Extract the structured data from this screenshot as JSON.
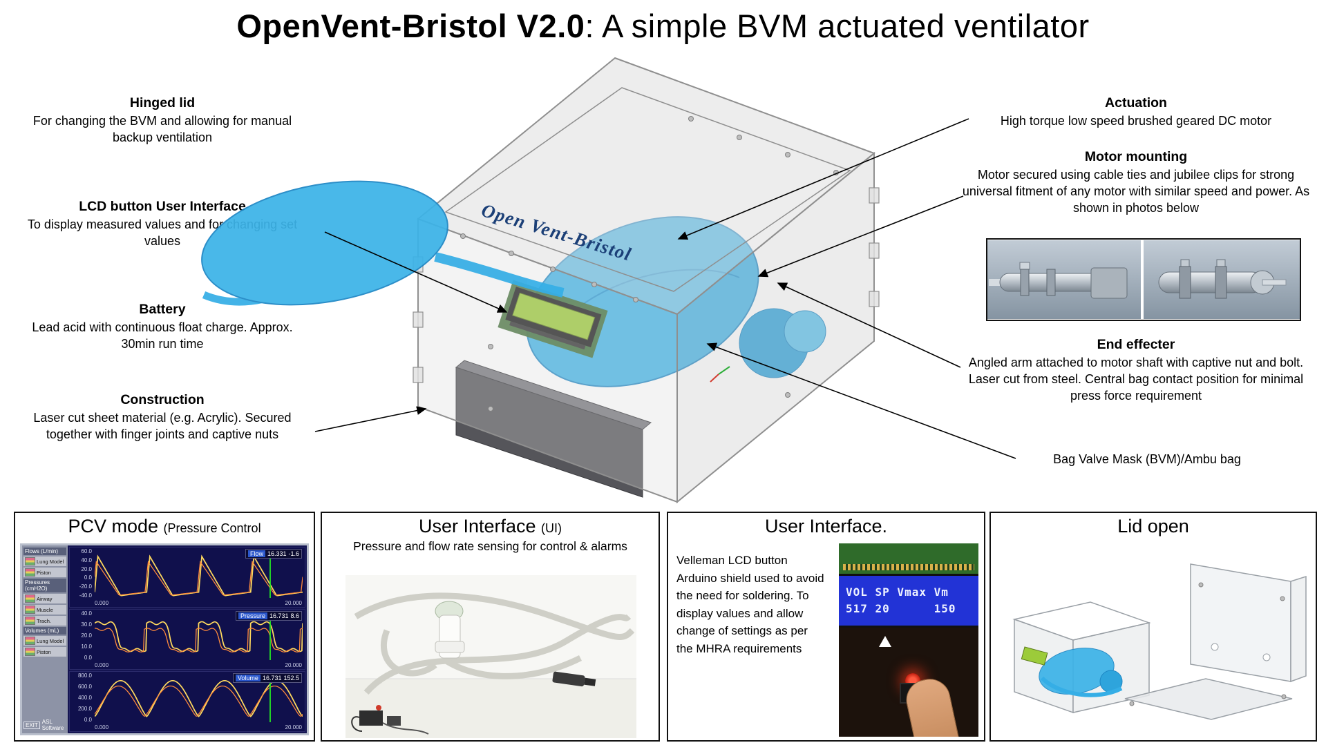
{
  "title": {
    "bold": "OpenVent-Bristol V2.0",
    "rest": ": A simple BVM actuated ventilator"
  },
  "device_label": "Open Vent-Bristol",
  "left_annotations": [
    {
      "heading": "Hinged lid",
      "body": "For changing the BVM and allowing for manual backup ventilation"
    },
    {
      "heading": "LCD button User Interface",
      "body": "To display measured values and for changing set values"
    },
    {
      "heading": "Battery",
      "body": "Lead acid with continuous float charge. Approx. 30min run time"
    },
    {
      "heading": "Construction",
      "body": "Laser cut sheet material (e.g. Acrylic). Secured together with finger joints and captive nuts"
    }
  ],
  "right_annotations": [
    {
      "heading": "Actuation",
      "body": "High torque low speed brushed geared DC motor"
    },
    {
      "heading": "Motor mounting",
      "body": "Motor secured using cable ties and jubilee clips for strong universal fitment of any motor with similar speed and power. As shown in photos below"
    },
    {
      "heading": "End effecter",
      "body": "Angled arm attached to motor shaft with captive nut and bolt. Laser cut from steel. Central bag contact position for minimal press force requirement"
    }
  ],
  "bvm_label": "Bag Valve Mask (BVM)/Ambu bag",
  "colors": {
    "bag_blue": "#3cb3e8",
    "bag_outline": "#1d86c4",
    "screen_navy": "#10104c",
    "wave_yellow": "#ffd95e",
    "wave_orange": "#ff8a3c",
    "cursor_green": "#23e523",
    "lcd_screen_green": "#9ccb3a",
    "lcd_photo_blue": "#2233d6",
    "led_red": "#ff3b30"
  },
  "panels": {
    "pcv": {
      "title": "PCV mode",
      "title_suffix": "(Pressure Control",
      "screen": {
        "sidebar": {
          "groups": [
            {
              "label": "Flows (L/min)",
              "items": [
                "Lung Model",
                "Piston"
              ]
            },
            {
              "label": "Pressures (cmH2O)",
              "items": [
                "Airway",
                "Muscle",
                "Trach."
              ]
            },
            {
              "label": "Volumes (mL)",
              "items": [
                "Lung Model",
                "Piston"
              ]
            }
          ],
          "exit_label": "EXIT",
          "software_label": "ASL Software"
        },
        "charts": [
          {
            "type": "line",
            "shape": "spike",
            "badge_label": "Flow",
            "badge_val1": "16.331",
            "badge_val2": "-1.6",
            "yticks": [
              "60.0",
              "40.0",
              "20.0",
              "0.0",
              "-20.0",
              "-40.0"
            ],
            "xticks": [
              "0.000",
              "20.000"
            ],
            "cycles": 4,
            "traces": [
              {
                "color": "#ffd95e",
                "phase": 0,
                "amp": 1
              },
              {
                "color": "#ff8a3c",
                "phase": 0.03,
                "amp": 0.85
              }
            ]
          },
          {
            "type": "line",
            "shape": "square",
            "badge_label": "Pressure",
            "badge_val1": "16.731",
            "badge_val2": "8.6",
            "yticks": [
              "40.0",
              "30.0",
              "20.0",
              "10.0",
              "0.0"
            ],
            "xticks": [
              "0.000",
              "20.000"
            ],
            "cycles": 4,
            "traces": [
              {
                "color": "#ffd95e",
                "phase": 0,
                "amp": 1
              },
              {
                "color": "#ff8a3c",
                "phase": 0.05,
                "amp": 0.8
              }
            ]
          },
          {
            "type": "line",
            "shape": "hump",
            "badge_label": "Volume",
            "badge_val1": "16.731",
            "badge_val2": "152.5",
            "yticks": [
              "800.0",
              "600.0",
              "400.0",
              "200.0",
              "0.0"
            ],
            "xticks": [
              "0.000",
              "20.000"
            ],
            "cycles": 4,
            "traces": [
              {
                "color": "#ffd95e",
                "phase": 0,
                "amp": 1
              },
              {
                "color": "#ff8a3c",
                "phase": 0.04,
                "amp": 0.85
              }
            ]
          }
        ]
      }
    },
    "ui_sensing": {
      "title": "User Interface",
      "title_suffix": "(UI)",
      "subtitle": "Pressure and flow rate sensing for control & alarms"
    },
    "ui_lcd": {
      "title": "User Interface.",
      "body": "Velleman LCD button Arduino shield used to avoid the need for soldering. To display values and allow change of settings as per the MHRA requirements",
      "lcd_line1": "VOL SP Vmax Vm",
      "lcd_line2": "517 20      150"
    },
    "lid_open": {
      "title": "Lid open"
    }
  }
}
